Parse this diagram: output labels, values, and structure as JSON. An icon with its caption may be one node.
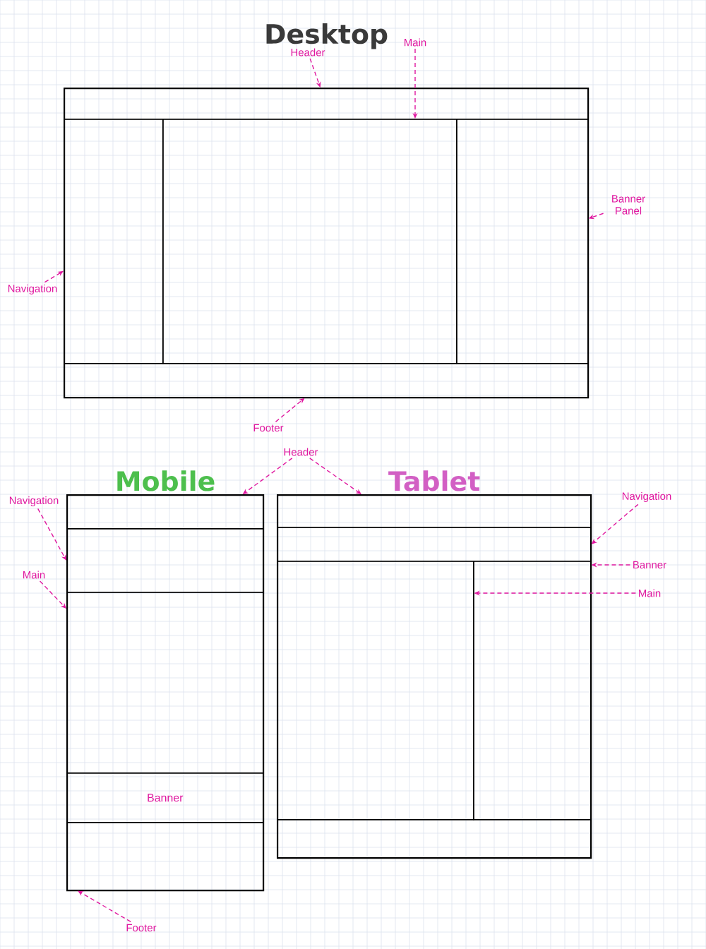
{
  "diagram": {
    "nodes": [
      {
        "text": [
          "Desktop"
        ]
      },
      {
        "text": [],
        "shape": "box",
        "in": 0
      },
      {
        "text": [],
        "shape": "box",
        "in": 0
      },
      {
        "text": [],
        "shape": "box",
        "in": 0
      },
      {
        "text": [],
        "shape": "box",
        "in": 0
      },
      {
        "text": [],
        "shape": "box",
        "in": 0
      },
      {
        "text": [
          "Header"
        ]
      },
      {
        "text": [
          "Main"
        ]
      },
      {
        "text": [
          "Banner Panel"
        ]
      },
      {
        "text": [
          "Navigation"
        ]
      },
      {
        "text": [
          "Footer"
        ]
      },
      {
        "text": [
          "Mobile"
        ]
      },
      {
        "text": [],
        "shape": "box",
        "in": 11
      },
      {
        "text": [],
        "shape": "box",
        "in": 11
      },
      {
        "text": [],
        "shape": "box",
        "in": 11
      },
      {
        "text": [
          "Banner"
        ],
        "in": 11
      },
      {
        "text": [],
        "shape": "box",
        "in": 11
      },
      {
        "text": [
          "Tablet"
        ]
      },
      {
        "text": [],
        "shape": "box",
        "in": 17
      },
      {
        "text": [],
        "shape": "box",
        "in": 17
      },
      {
        "text": [],
        "shape": "box",
        "in": 17
      },
      {
        "text": [],
        "shape": "box",
        "in": 17
      },
      {
        "text": [],
        "shape": "box",
        "in": 17
      },
      {
        "text": [
          "Header"
        ]
      },
      {
        "text": [
          "Navigation"
        ]
      },
      {
        "text": [
          "Main"
        ]
      },
      {
        "text": [
          "Footer"
        ]
      },
      {
        "text": [
          "Navigation"
        ]
      },
      {
        "text": [
          "Banner"
        ]
      },
      {
        "text": [
          "Main"
        ]
      }
    ],
    "edges": [
      {
        "from": 6,
        "to": 1,
        "arrow": "to"
      },
      {
        "from": 7,
        "to": 3,
        "arrow": "to"
      },
      {
        "from": 8,
        "to": 4,
        "arrow": "to"
      },
      {
        "from": 9,
        "to": 2,
        "arrow": "to"
      },
      {
        "from": 10,
        "to": 5,
        "arrow": "to"
      },
      {
        "from": 23,
        "to": 12,
        "arrow": "to"
      },
      {
        "from": 23,
        "to": 18,
        "arrow": "to"
      },
      {
        "from": 24,
        "to": 13,
        "arrow": "to"
      },
      {
        "from": 25,
        "to": 14,
        "arrow": "to"
      },
      {
        "from": 26,
        "to": 16,
        "arrow": "to"
      },
      {
        "from": 27,
        "to": 19,
        "arrow": "to"
      },
      {
        "from": 28,
        "to": 21,
        "arrow": "to"
      },
      {
        "from": 29,
        "to": 20,
        "arrow": "to"
      }
    ]
  }
}
